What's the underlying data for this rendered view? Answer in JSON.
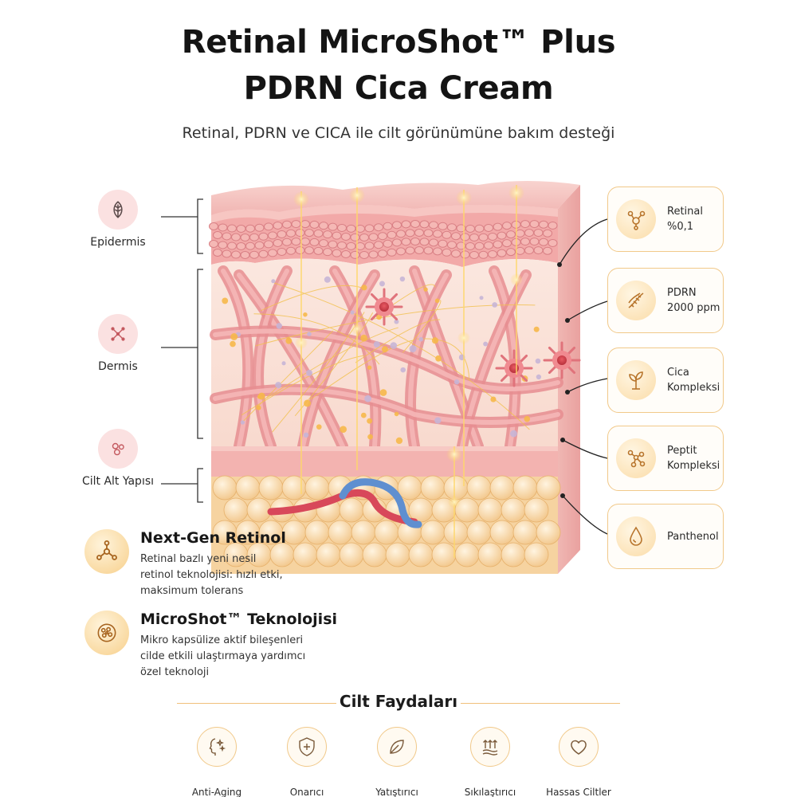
{
  "title": {
    "line1": "Retinal MicroShot™ Plus",
    "line2": "PDRN Cica Cream",
    "subtitle": "Retinal, PDRN ve CICA ile cilt görünümüne bakım desteği"
  },
  "layers": [
    {
      "label": "Epidermis",
      "icon": "leaf-icon"
    },
    {
      "label": "Dermis",
      "icon": "dots-cross-icon"
    },
    {
      "label": "Cilt Alt Yapısı",
      "icon": "circles-icon"
    }
  ],
  "ingredients": [
    {
      "label": "Retinal\n%0,1",
      "icon": "molecule-icon"
    },
    {
      "label": "PDRN\n2000 ppm",
      "icon": "dna-icon"
    },
    {
      "label": "Cica\nKompleksi",
      "icon": "sprout-icon"
    },
    {
      "label": "Peptit\nKompleksi",
      "icon": "peptide-icon"
    },
    {
      "label": "Panthenol",
      "icon": "drop-icon"
    }
  ],
  "features": [
    {
      "title": "Next-Gen Retinol",
      "desc": "Retinal bazlı yeni nesil\nretinol teknolojisi: hızlı etki,\nmaksimum tolerans",
      "icon": "molecule-icon"
    },
    {
      "title": "MicroShot™ Teknolojisi",
      "desc": "Mikro kapsülize aktif bileşenleri\ncilde etkili ulaştırmaya yardımcı\nözel teknoloji",
      "icon": "capsule-icon"
    }
  ],
  "benefits": {
    "title": "Cilt Faydaları",
    "items": [
      {
        "label": "Anti-Aging",
        "icon": "face-sparkle-icon"
      },
      {
        "label": "Onarıcı",
        "icon": "shield-plus-icon"
      },
      {
        "label": "Yatıştırıcı",
        "icon": "leaf-icon"
      },
      {
        "label": "Sıkılaştırıcı",
        "icon": "arrows-up-icon"
      },
      {
        "label": "Hassas Ciltler\nİçin Uygun",
        "icon": "heart-icon"
      }
    ]
  },
  "colors": {
    "accent_gold": "#f1c98a",
    "skin_pink": "#f3a9a9",
    "fat_yellow": "#f7d9a8",
    "icon_brown": "#b8752c"
  }
}
